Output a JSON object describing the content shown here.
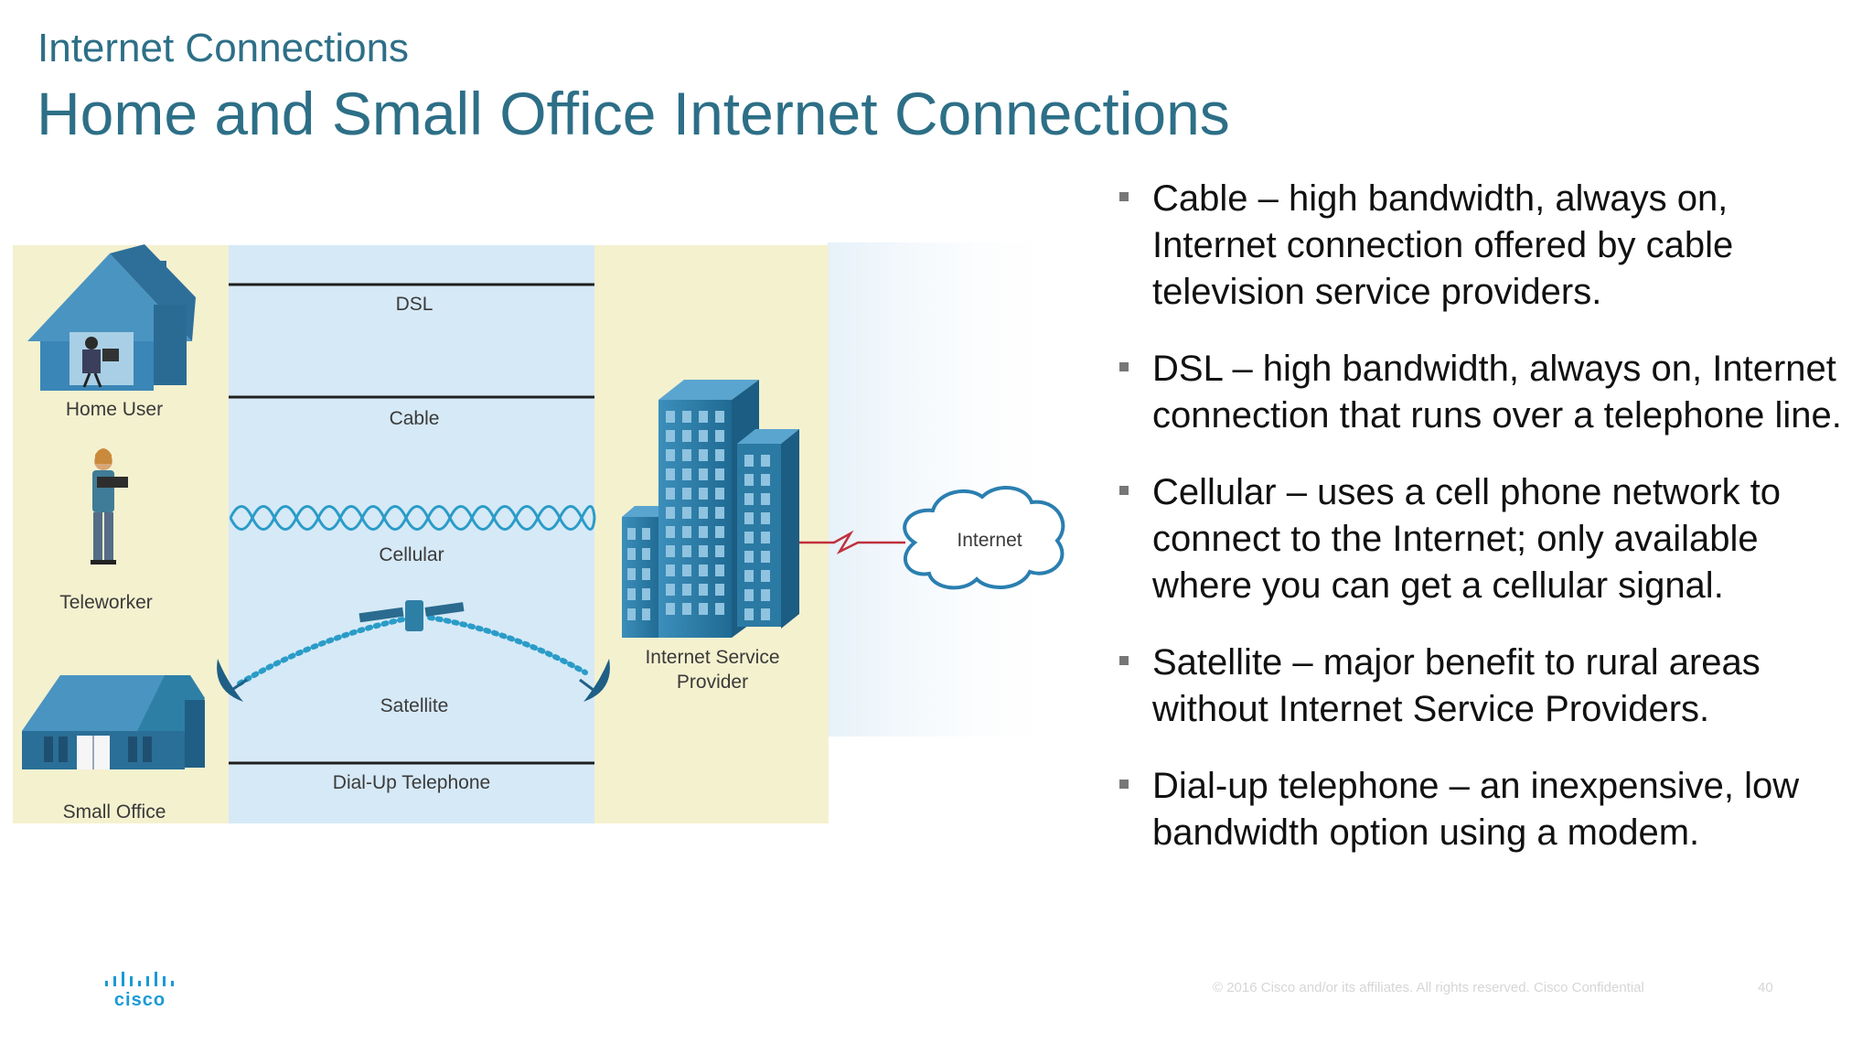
{
  "header": {
    "subtitle": "Internet Connections",
    "title": "Home and Small Office Internet Connections"
  },
  "diagram": {
    "home_user": "Home User",
    "teleworker": "Teleworker",
    "small_office": "Small Office",
    "dsl": "DSL",
    "cable": "Cable",
    "cellular": "Cellular",
    "satellite": "Satellite",
    "dialup": "Dial-Up Telephone",
    "isp_line1": "Internet Service",
    "isp_line2": "Provider",
    "internet": "Internet"
  },
  "bullets": [
    "Cable – high bandwidth, always on, Internet connection offered by cable television service providers.",
    "DSL – high bandwidth, always on, Internet connection that runs over a telephone line.",
    "Cellular – uses a cell phone network to connect to the Internet; only available where you can get a cellular signal.",
    "Satellite – major benefit to rural areas without Internet Service Providers.",
    "Dial-up telephone – an inexpensive, low bandwidth option using a modem."
  ],
  "footer": {
    "logo_text": "cisco",
    "copyright": "© 2016  Cisco and/or its affiliates. All rights reserved.   Cisco Confidential",
    "page_number": "40"
  },
  "colors": {
    "title": "#2d6f87",
    "panel_cream": "#f4f1cf",
    "panel_blue": "#d6e9f6",
    "building": "#2e7fa6",
    "cisco_logo": "#1a9ad6"
  }
}
